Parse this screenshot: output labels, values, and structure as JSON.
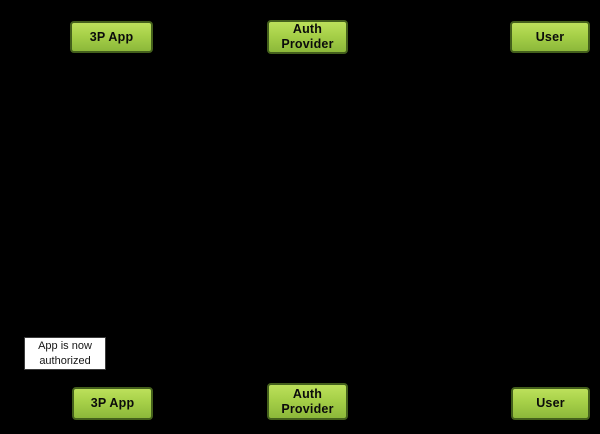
{
  "diagram": {
    "type": "sequence-diagram",
    "background_color": "#000000",
    "actor_fill_top": "#bce05b",
    "actor_fill_bottom": "#8cb83a",
    "actor_border_color": "#44601c",
    "note_background": "#ffffff",
    "note_border_color": "#3c3c3c",
    "actors_top": [
      {
        "label": "3P App"
      },
      {
        "label": "Auth Provider"
      },
      {
        "label": "User"
      }
    ],
    "actors_bottom": [
      {
        "label": "3P App"
      },
      {
        "label": "Auth Provider"
      },
      {
        "label": "User"
      }
    ],
    "note": {
      "text": "App is now authorized"
    }
  }
}
